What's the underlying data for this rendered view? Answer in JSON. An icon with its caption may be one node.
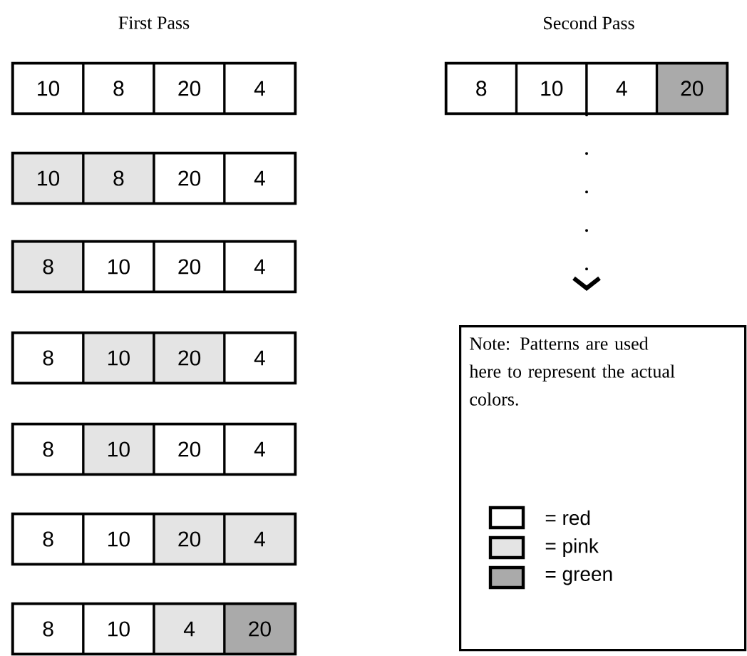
{
  "diagram": {
    "nodes": [
      {
        "text": [],
        "shape": "box"
      },
      {
        "text": [
          "10"
        ],
        "in": 0
      },
      {
        "text": [
          "8"
        ],
        "in": 0
      },
      {
        "text": [
          "20"
        ],
        "in": 0
      },
      {
        "text": [
          "4"
        ],
        "in": 0
      },
      {
        "text": [],
        "shape": "box"
      },
      {
        "text": [
          "10"
        ],
        "in": 5
      },
      {
        "text": [
          "8"
        ],
        "in": 5
      },
      {
        "text": [
          "20"
        ],
        "in": 5
      },
      {
        "text": [
          "4"
        ],
        "in": 5
      },
      {
        "text": [],
        "shape": "box"
      },
      {
        "text": [
          "8"
        ],
        "in": 10
      },
      {
        "text": [
          "10"
        ],
        "in": 10
      },
      {
        "text": [
          "20"
        ],
        "in": 10
      },
      {
        "text": [
          "4"
        ],
        "in": 10
      },
      {
        "text": [],
        "shape": "box"
      },
      {
        "text": [
          "8"
        ],
        "in": 15
      },
      {
        "text": [
          "10"
        ],
        "in": 15
      },
      {
        "text": [
          "20"
        ],
        "in": 15
      },
      {
        "text": [
          "4"
        ],
        "in": 15
      },
      {
        "text": [],
        "shape": "box"
      },
      {
        "text": [
          "8"
        ],
        "in": 20
      },
      {
        "text": [
          "10"
        ],
        "in": 20
      },
      {
        "text": [
          "20"
        ],
        "in": 20
      },
      {
        "text": [
          "4"
        ],
        "in": 20
      },
      {
        "text": [],
        "shape": "box"
      },
      {
        "text": [
          "8"
        ],
        "in": 25
      },
      {
        "text": [
          "10"
        ],
        "in": 25
      },
      {
        "text": [
          "20"
        ],
        "in": 25
      },
      {
        "text": [
          "4"
        ],
        "in": 25
      },
      {
        "text": [],
        "shape": "box"
      },
      {
        "text": [
          "8"
        ],
        "in": 30
      },
      {
        "text": [
          "10"
        ],
        "in": 30
      },
      {
        "text": [
          "4"
        ],
        "in": 30
      },
      {
        "text": [
          "20"
        ],
        "in": 30
      },
      {
        "text": [],
        "shape": "box"
      },
      {
        "text": [
          "8"
        ],
        "in": 35
      },
      {
        "text": [
          "10"
        ],
        "in": 35
      },
      {
        "text": [
          "4"
        ],
        "in": 35
      },
      {
        "text": [
          "20"
        ],
        "in": 35
      },
      {
        "text": [
          "Note:  Patterns are used here to represent the actual colors."
        ]
      }
    ],
    "edges": [
      {
        "from": 35,
        "to": 40,
        "arrow": "to",
        "style": "dashed"
      }
    ],
    "labels": [
      "First Pass",
      "Second Pass"
    ],
    "legend": [
      {
        "text": "= red"
      },
      {
        "text": "= pink",
        "color": "#e4e4e4"
      },
      {
        "text": "= green",
        "color": "#aaaaaa"
      }
    ]
  }
}
